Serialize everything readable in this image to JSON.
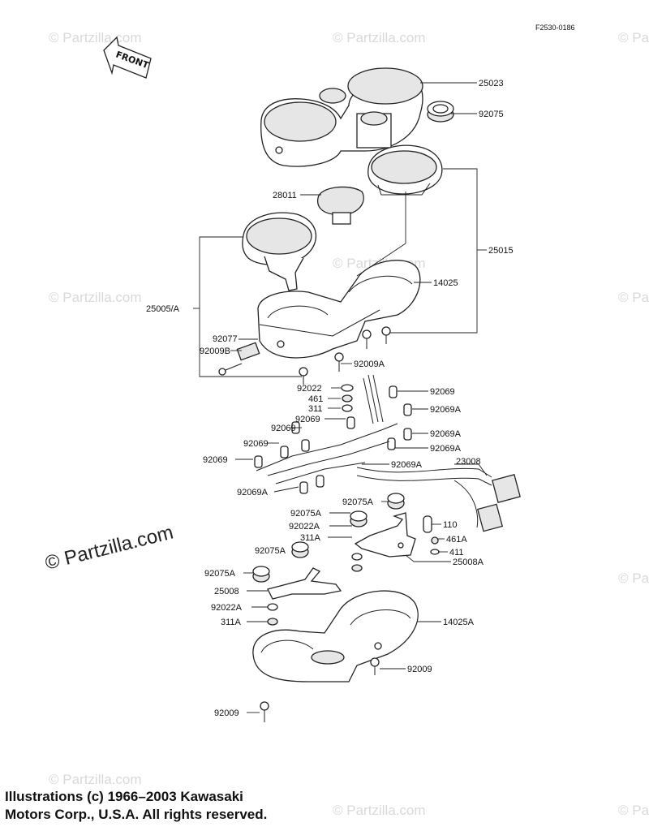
{
  "diagram_code": "F2530-0186",
  "front_label": "FRONT",
  "watermark": {
    "site": "© Partzilla.com",
    "center": "© Partzilla.com"
  },
  "copyright": {
    "line1": "Illustrations (c) 1966–2003 Kawasaki",
    "line2": "Motors Corp., U.S.A.  All rights reserved."
  },
  "parts": [
    {
      "id": "p25023",
      "label": "25023"
    },
    {
      "id": "p92075",
      "label": "92075"
    },
    {
      "id": "p28011",
      "label": "28011"
    },
    {
      "id": "p25015",
      "label": "25015"
    },
    {
      "id": "p14025",
      "label": "14025"
    },
    {
      "id": "p25005a",
      "label": "25005/A"
    },
    {
      "id": "p92077",
      "label": "92077"
    },
    {
      "id": "p92009b",
      "label": "92009B"
    },
    {
      "id": "p92009a",
      "label": "92009A"
    },
    {
      "id": "p92022",
      "label": "92022"
    },
    {
      "id": "p461",
      "label": "461"
    },
    {
      "id": "p311",
      "label": "311"
    },
    {
      "id": "p92069_r1",
      "label": "92069"
    },
    {
      "id": "p92069a_r1",
      "label": "92069A"
    },
    {
      "id": "p92069_l1",
      "label": "92069"
    },
    {
      "id": "p92069_l2",
      "label": "92069"
    },
    {
      "id": "p92069a_r2",
      "label": "92069A"
    },
    {
      "id": "p92069_l3",
      "label": "92069"
    },
    {
      "id": "p92069a_r3",
      "label": "92069A"
    },
    {
      "id": "p92069_l4",
      "label": "92069"
    },
    {
      "id": "p92069a_m",
      "label": "92069A"
    },
    {
      "id": "p23008",
      "label": "23008"
    },
    {
      "id": "p92069a_l",
      "label": "92069A"
    },
    {
      "id": "p92075a_r",
      "label": "92075A"
    },
    {
      "id": "p92075a_l1",
      "label": "92075A"
    },
    {
      "id": "p110",
      "label": "110"
    },
    {
      "id": "p92022a_l1",
      "label": "92022A"
    },
    {
      "id": "p461a",
      "label": "461A"
    },
    {
      "id": "p311a_l1",
      "label": "311A"
    },
    {
      "id": "p411",
      "label": "411"
    },
    {
      "id": "p92075a_l2",
      "label": "92075A"
    },
    {
      "id": "p25008a",
      "label": "25008A"
    },
    {
      "id": "p92075a_l3",
      "label": "92075A"
    },
    {
      "id": "p25008",
      "label": "25008"
    },
    {
      "id": "p92022a_l2",
      "label": "92022A"
    },
    {
      "id": "p311a_l2",
      "label": "311A"
    },
    {
      "id": "p14025a",
      "label": "14025A"
    },
    {
      "id": "p92009_r",
      "label": "92009"
    },
    {
      "id": "p92009_l",
      "label": "92009"
    }
  ]
}
